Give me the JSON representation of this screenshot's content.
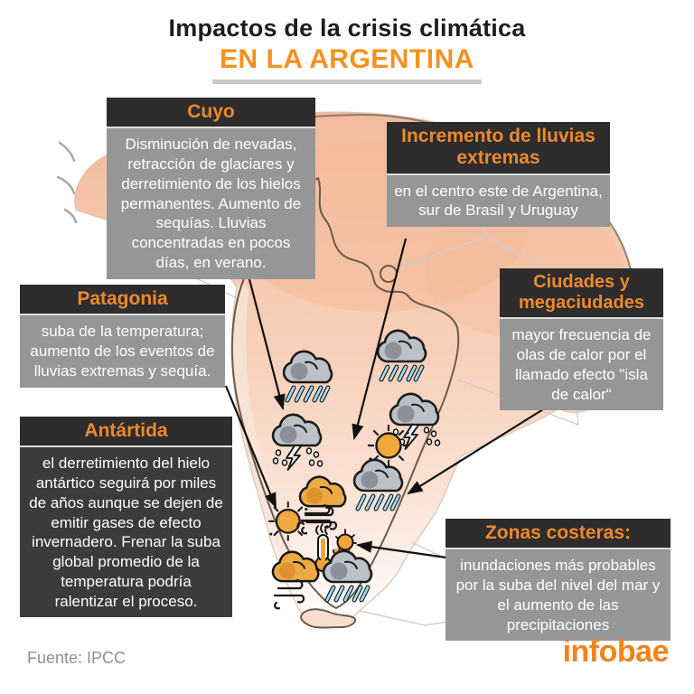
{
  "title": {
    "line1": "Impactos de la crisis climática",
    "line2": "EN LA ARGENTINA"
  },
  "boxes": {
    "cuyo": {
      "title": "Cuyo",
      "body": "Disminución de nevadas, retracción de glaciares y derretimiento de los hielos permanentes. Aumento de sequías. Lluvias concentradas en pocos días, en verano."
    },
    "lluvias_extremas": {
      "title": "Incremento de lluvias extremas",
      "body": "en el centro este de Argentina, sur de Brasil y Uruguay"
    },
    "patagonia": {
      "title": "Patagonia",
      "body": "suba de la temperatura; aumento de los eventos de lluvias extremas y sequía."
    },
    "ciudades": {
      "title": "Ciudades y megaciudades",
      "body": "mayor frecuencia de olas de calor por el llamado efecto \"isla de calor\""
    },
    "antartida": {
      "title": "Antártida",
      "body": "el derretimiento del hielo antártico seguirá por miles de años aunque se dejen de emitir gases de efecto invernadero. Frenar la suba global promedio de la temperatura podría ralentizar el proceso."
    },
    "zonas_costeras": {
      "title": "Zonas costeras:",
      "body": "inundaciones más probables por la suba del nivel del mar y el aumento de las precipitaciones"
    }
  },
  "map_icons": [
    "rain-cloud-icon",
    "rain-cloud-icon",
    "storm-hail-cloud-icon",
    "storm-hail-cloud-icon",
    "sun-icon",
    "rain-cloud-icon",
    "warm-wind-cloud-icon",
    "sun-wind-icon",
    "heat-thermometer-melting-sun-icon",
    "warm-wind-cloud-icon",
    "rain-cloud-icon"
  ],
  "footer": {
    "source": "Fuente: IPCC",
    "brand": "infobae"
  },
  "colors": {
    "accent_orange": "#EE8A2C",
    "title_orange": "#F59120",
    "header_dark": "#2E2C2D",
    "body_gray": "#969696",
    "body_dark": "#3C3A3B",
    "map_salmon": "#F6C8AD",
    "rain_blue": "#A7DCEC",
    "cloud_gray": "#BCC1C7",
    "sun_orange": "#F1A83D",
    "logo_orange": "#F2831C"
  }
}
